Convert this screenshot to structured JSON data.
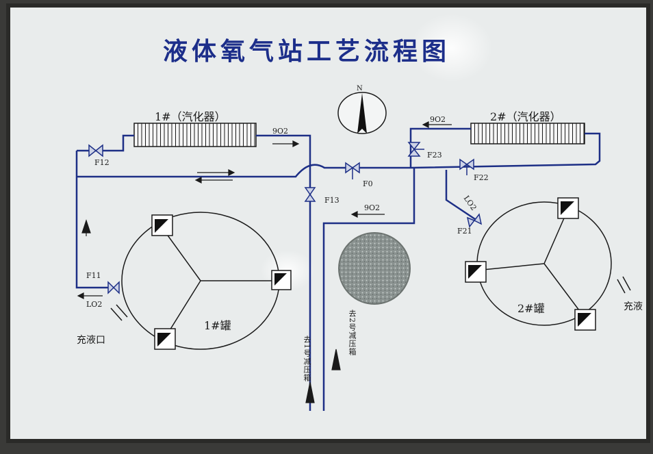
{
  "title": "液体氧气站工艺流程图",
  "compass": {
    "north": "N"
  },
  "vaporizer1": {
    "label": "1#（汽化器）"
  },
  "vaporizer2": {
    "label": "2#（汽化器）"
  },
  "tank1": {
    "label": "1#罐"
  },
  "tank2": {
    "label": "2#罐"
  },
  "valves": {
    "f0": "F0",
    "f11": "F11",
    "f12": "F12",
    "f13": "F13",
    "f21": "F21",
    "f22": "F22",
    "f23": "F23"
  },
  "flows": {
    "o2_top_left": "9O2",
    "o2_top_right": "9O2",
    "o2_mid": "9O2",
    "lo2_left": "LO2",
    "lo2_right": "LO2"
  },
  "fill_port_left": "充液口",
  "fill_port_right": "充液",
  "outlet1": "去1号减压箱",
  "outlet2": "去2号减压箱"
}
